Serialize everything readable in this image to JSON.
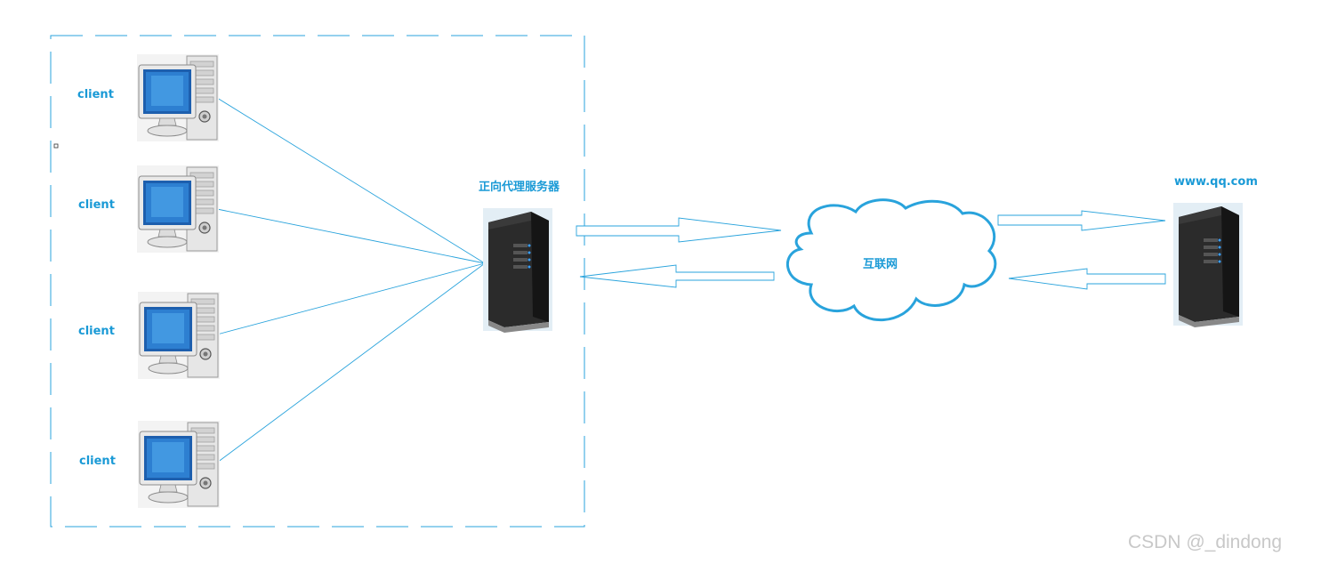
{
  "diagram": {
    "clients": [
      {
        "label": "client"
      },
      {
        "label": "client"
      },
      {
        "label": "client"
      },
      {
        "label": "client"
      }
    ],
    "proxy_server": {
      "label": "正向代理服务器"
    },
    "internet": {
      "label": "互联网"
    },
    "target_server": {
      "label": "www.qq.com"
    },
    "watermark": "CSDN @_dindong",
    "colors": {
      "accent": "#1a9ad6",
      "line": "#29a3dc",
      "box_border": "#29a3dc",
      "watermark": "#c8c8c8"
    }
  }
}
